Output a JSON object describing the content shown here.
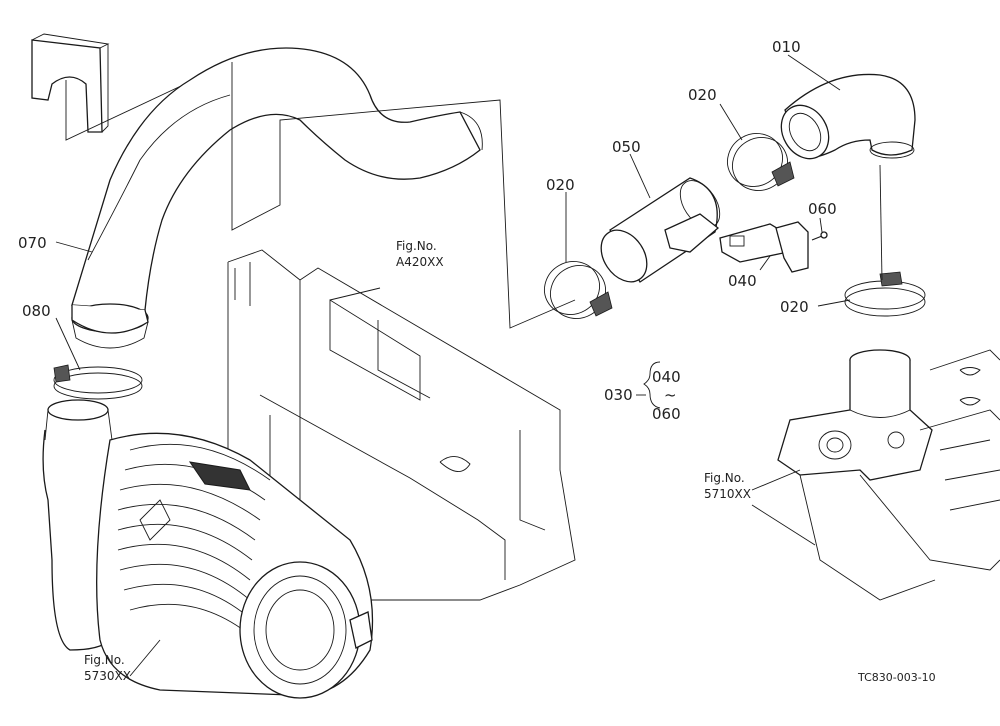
{
  "parts": {
    "p010": "010",
    "p020_a": "020",
    "p020_b": "020",
    "p020_c": "020",
    "p030": "030",
    "p040": "040",
    "p040_range_start": "040",
    "p040_range_tilde": "~",
    "p060_range_end": "060",
    "p050": "050",
    "p060": "060",
    "p070": "070",
    "p080": "080"
  },
  "figure_refs": {
    "a420": {
      "line1": "Fig.No.",
      "line2": "A420XX"
    },
    "s5710": {
      "line1": "Fig.No.",
      "line2": "5710XX"
    },
    "s5730": {
      "line1": "Fig.No.",
      "line2": "5730XX"
    }
  },
  "drawing_code": "TC830-003-10"
}
